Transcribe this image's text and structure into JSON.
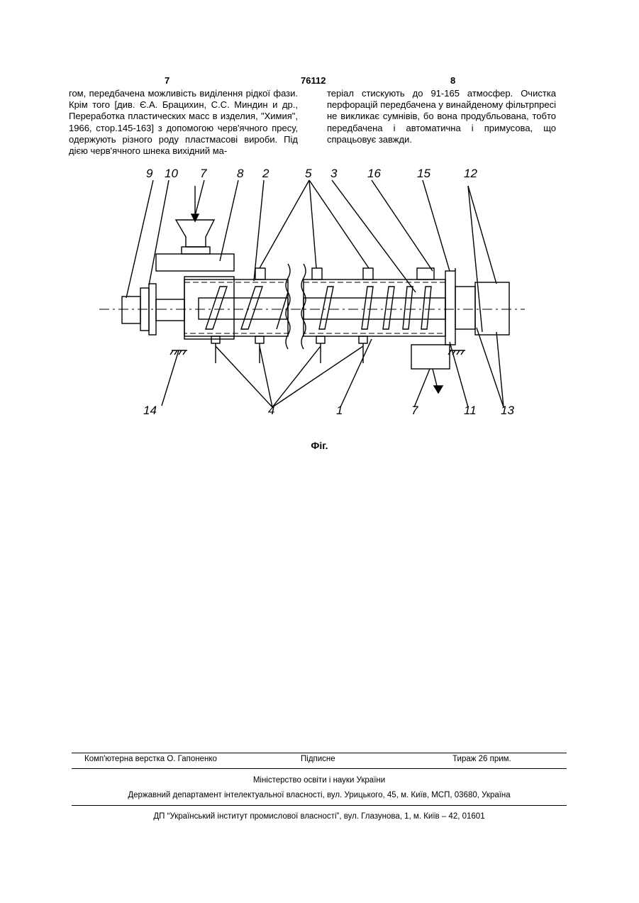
{
  "header": {
    "left_page": "7",
    "patent_number": "76112",
    "right_page": "8"
  },
  "column_left": {
    "text": "гом, передбачена можливість виділення рідкої фази. Крім того [див. Є.А. Брацихин, С.С. Миндин и др., Переработка пластических масс в изделия, \"Химия\", 1966, стор.145-163] з допомогою черв'ячного пресу, одержують різного роду пластмасові вироби. Під дією черв'ячного шнека вихідний ма-"
  },
  "column_right": {
    "text": "теріал стискують до 91-165 атмосфер. Очистка перфорацій передбачена у винайденому фільтрпресі не викликає сумнівів, бо вона продубльована, тобто передбачена і автоматична і примусова, що спрацьовує завжди."
  },
  "figure": {
    "labels_top": [
      "9",
      "10",
      "7",
      "8",
      "2",
      "5",
      "3",
      "16",
      "15",
      "12"
    ],
    "labels_bottom": [
      "14",
      "4",
      "1",
      "7",
      "11",
      "13"
    ],
    "caption": "Фіг."
  },
  "footer": {
    "typesetting": "Комп'ютерна верстка О. Гапоненко",
    "signed": "Підписне",
    "circulation": "Тираж 26 прим.",
    "ministry": "Міністерство освіти і науки України",
    "department": "Державний департамент інтелектуальної власності, вул. Урицького, 45, м. Київ, МСП, 03680, Україна",
    "institute": "ДП “Український інститут промислової власності”, вул. Глазунова, 1, м. Київ – 42, 01601"
  }
}
